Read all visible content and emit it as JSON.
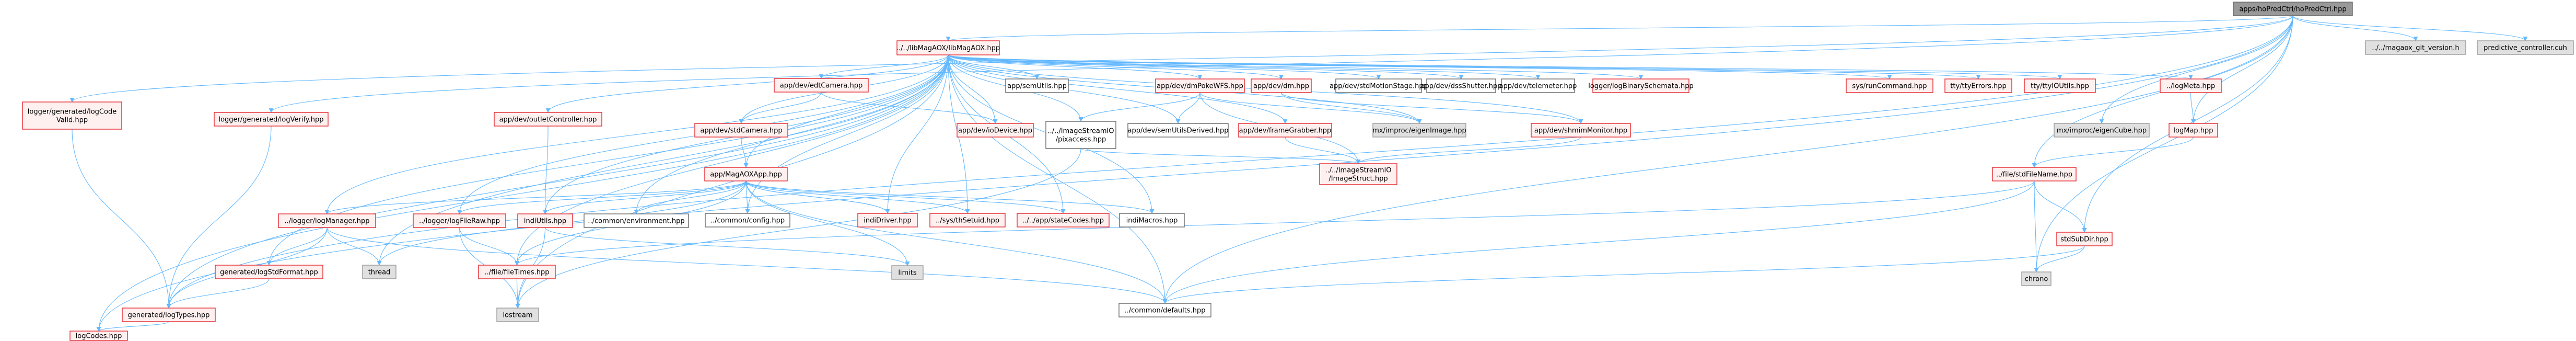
{
  "title": "Include dependency graph for hoPredCtrl.hpp",
  "colors": {
    "edge": "#63b8ff",
    "internal_border": "#e3272d",
    "internal_fill": "#fff0f0",
    "external_fill": "#e0e0e0",
    "root_fill": "#999999"
  },
  "nodes": [
    {
      "id": "root",
      "label": "apps/hoPredCtrl/hoPredCtrl.hpp",
      "kind": "root"
    },
    {
      "id": "lib",
      "label": "../../libMagAOX/libMagAOX.hpp",
      "kind": "internal"
    },
    {
      "id": "gitver",
      "label": "../../magaox_git_version.h",
      "kind": "external"
    },
    {
      "id": "predctl",
      "label": "predictive_controller.cuh",
      "kind": "external"
    },
    {
      "id": "edtCam",
      "label": "app/dev/edtCamera.hpp",
      "kind": "internal"
    },
    {
      "id": "semUtils",
      "label": "app/semUtils.hpp",
      "kind": "plain"
    },
    {
      "id": "dmPoke",
      "label": "app/dev/dmPokeWFS.hpp",
      "kind": "internal"
    },
    {
      "id": "dm",
      "label": "app/dev/dm.hpp",
      "kind": "internal"
    },
    {
      "id": "stdMotion",
      "label": "app/dev/stdMotionStage.hpp",
      "kind": "plain"
    },
    {
      "id": "dssShutter",
      "label": "app/dev/dssShutter.hpp",
      "kind": "plain"
    },
    {
      "id": "telemeter",
      "label": "app/dev/telemeter.hpp",
      "kind": "plain"
    },
    {
      "id": "logBin",
      "label": "logger/logBinarySchemata.hpp",
      "kind": "internal"
    },
    {
      "id": "runCmd",
      "label": "sys/runCommand.hpp",
      "kind": "internal"
    },
    {
      "id": "ttyErr",
      "label": "tty/ttyErrors.hpp",
      "kind": "internal"
    },
    {
      "id": "ttyIO",
      "label": "tty/ttyIOUtils.hpp",
      "kind": "internal"
    },
    {
      "id": "logMeta",
      "label": "../logMeta.hpp",
      "kind": "internal"
    },
    {
      "id": "logCodeValid",
      "label": "logger/generated/logCode\nValid.hpp",
      "kind": "internal"
    },
    {
      "id": "logVerify",
      "label": "logger/generated/logVerify.hpp",
      "kind": "internal"
    },
    {
      "id": "outlet",
      "label": "app/dev/outletController.hpp",
      "kind": "internal"
    },
    {
      "id": "stdCam",
      "label": "app/dev/stdCamera.hpp",
      "kind": "internal"
    },
    {
      "id": "ioDevice",
      "label": "app/dev/ioDevice.hpp",
      "kind": "internal"
    },
    {
      "id": "pixaccess",
      "label": "../../ImageStreamIO\n/pixaccess.hpp",
      "kind": "plain"
    },
    {
      "id": "semDerived",
      "label": "app/dev/semUtilsDerived.hpp",
      "kind": "plain"
    },
    {
      "id": "frameGrab",
      "label": "app/dev/frameGrabber.hpp",
      "kind": "internal"
    },
    {
      "id": "eigenImage",
      "label": "mx/improc/eigenImage.hpp",
      "kind": "external"
    },
    {
      "id": "shmim",
      "label": "app/dev/shmimMonitor.hpp",
      "kind": "internal"
    },
    {
      "id": "eigenCube",
      "label": "mx/improc/eigenCube.hpp",
      "kind": "external"
    },
    {
      "id": "logMap",
      "label": "logMap.hpp",
      "kind": "internal"
    },
    {
      "id": "magApp",
      "label": "app/MagAOXApp.hpp",
      "kind": "internal"
    },
    {
      "id": "imgStruct",
      "label": "../../ImageStreamIO\n/ImageStruct.hpp",
      "kind": "internal"
    },
    {
      "id": "stdFileName",
      "label": "../file/stdFileName.hpp",
      "kind": "internal"
    },
    {
      "id": "logManager",
      "label": "../logger/logManager.hpp",
      "kind": "internal"
    },
    {
      "id": "logFileRaw",
      "label": "../logger/logFileRaw.hpp",
      "kind": "internal"
    },
    {
      "id": "indiUtils",
      "label": "indiUtils.hpp",
      "kind": "internal"
    },
    {
      "id": "environment",
      "label": "../common/environment.hpp",
      "kind": "plain"
    },
    {
      "id": "config",
      "label": "../common/config.hpp",
      "kind": "plain"
    },
    {
      "id": "indiDriver",
      "label": "indiDriver.hpp",
      "kind": "internal"
    },
    {
      "id": "thSetuid",
      "label": "../sys/thSetuid.hpp",
      "kind": "internal"
    },
    {
      "id": "stateCodes",
      "label": "../../app/stateCodes.hpp",
      "kind": "internal"
    },
    {
      "id": "indiMacros",
      "label": "indiMacros.hpp",
      "kind": "plain"
    },
    {
      "id": "stdSubDir",
      "label": "stdSubDir.hpp",
      "kind": "internal"
    },
    {
      "id": "logStdFormat",
      "label": "generated/logStdFormat.hpp",
      "kind": "internal"
    },
    {
      "id": "thread",
      "label": "thread",
      "kind": "external"
    },
    {
      "id": "fileTimes",
      "label": "../file/fileTimes.hpp",
      "kind": "internal"
    },
    {
      "id": "limits",
      "label": "limits",
      "kind": "external"
    },
    {
      "id": "chrono",
      "label": "chrono",
      "kind": "external"
    },
    {
      "id": "logTypes",
      "label": "generated/logTypes.hpp",
      "kind": "internal"
    },
    {
      "id": "iostream",
      "label": "iostream",
      "kind": "external"
    },
    {
      "id": "defaults",
      "label": "../common/defaults.hpp",
      "kind": "plain"
    },
    {
      "id": "logCodes",
      "label": "logCodes.hpp",
      "kind": "internal"
    }
  ],
  "edges": [
    [
      "root",
      "lib"
    ],
    [
      "root",
      "gitver"
    ],
    [
      "root",
      "predctl"
    ],
    [
      "root",
      "logCodeValid"
    ],
    [
      "root",
      "logVerify"
    ],
    [
      "root",
      "logTypes"
    ],
    [
      "root",
      "logCodes"
    ],
    [
      "root",
      "eigenCube"
    ],
    [
      "root",
      "logMap"
    ],
    [
      "root",
      "stdFileName"
    ],
    [
      "root",
      "stdSubDir"
    ],
    [
      "root",
      "chrono"
    ],
    [
      "root",
      "defaults"
    ],
    [
      "lib",
      "edtCam"
    ],
    [
      "lib",
      "semUtils"
    ],
    [
      "lib",
      "dmPoke"
    ],
    [
      "lib",
      "dm"
    ],
    [
      "lib",
      "stdMotion"
    ],
    [
      "lib",
      "dssShutter"
    ],
    [
      "lib",
      "telemeter"
    ],
    [
      "lib",
      "logBin"
    ],
    [
      "lib",
      "runCmd"
    ],
    [
      "lib",
      "ttyErr"
    ],
    [
      "lib",
      "ttyIO"
    ],
    [
      "lib",
      "logMeta"
    ],
    [
      "lib",
      "outlet"
    ],
    [
      "lib",
      "stdCam"
    ],
    [
      "lib",
      "ioDevice"
    ],
    [
      "lib",
      "pixaccess"
    ],
    [
      "lib",
      "semDerived"
    ],
    [
      "lib",
      "frameGrab"
    ],
    [
      "lib",
      "eigenImage"
    ],
    [
      "lib",
      "shmim"
    ],
    [
      "lib",
      "magApp"
    ],
    [
      "lib",
      "logManager"
    ],
    [
      "lib",
      "logFileRaw"
    ],
    [
      "lib",
      "indiUtils"
    ],
    [
      "lib",
      "environment"
    ],
    [
      "lib",
      "config"
    ],
    [
      "lib",
      "indiDriver"
    ],
    [
      "lib",
      "thSetuid"
    ],
    [
      "lib",
      "stateCodes"
    ],
    [
      "lib",
      "indiMacros"
    ],
    [
      "lib",
      "logStdFormat"
    ],
    [
      "lib",
      "thread"
    ],
    [
      "lib",
      "fileTimes"
    ],
    [
      "lib",
      "logTypes"
    ],
    [
      "lib",
      "iostream"
    ],
    [
      "lib",
      "defaults"
    ],
    [
      "lib",
      "logCodes"
    ],
    [
      "edtCam",
      "stdCam"
    ],
    [
      "edtCam",
      "ioDevice"
    ],
    [
      "stdCam",
      "magApp"
    ],
    [
      "dmPoke",
      "pixaccess"
    ],
    [
      "dmPoke",
      "semDerived"
    ],
    [
      "dmPoke",
      "imgStruct"
    ],
    [
      "dmPoke",
      "eigenImage"
    ],
    [
      "dm",
      "eigenImage"
    ],
    [
      "dm",
      "shmim"
    ],
    [
      "frameGrab",
      "imgStruct"
    ],
    [
      "shmim",
      "imgStruct"
    ],
    [
      "pixaccess",
      "imgStruct"
    ],
    [
      "pixaccess",
      "iostream"
    ],
    [
      "logMeta",
      "logMap"
    ],
    [
      "logMap",
      "stdFileName"
    ],
    [
      "stdFileName",
      "stdSubDir"
    ],
    [
      "stdFileName",
      "chrono"
    ],
    [
      "stdFileName",
      "fileTimes"
    ],
    [
      "stdFileName",
      "defaults"
    ],
    [
      "stdSubDir",
      "chrono"
    ],
    [
      "stdSubDir",
      "defaults"
    ],
    [
      "logCodeValid",
      "logTypes"
    ],
    [
      "logVerify",
      "logTypes"
    ],
    [
      "magApp",
      "logManager"
    ],
    [
      "magApp",
      "logFileRaw"
    ],
    [
      "magApp",
      "indiUtils"
    ],
    [
      "magApp",
      "environment"
    ],
    [
      "magApp",
      "config"
    ],
    [
      "magApp",
      "indiDriver"
    ],
    [
      "magApp",
      "thSetuid"
    ],
    [
      "magApp",
      "stateCodes"
    ],
    [
      "magApp",
      "indiMacros"
    ],
    [
      "magApp",
      "defaults"
    ],
    [
      "magApp",
      "thread"
    ],
    [
      "magApp",
      "limits"
    ],
    [
      "magApp",
      "fileTimes"
    ],
    [
      "logManager",
      "logStdFormat"
    ],
    [
      "logManager",
      "thread"
    ],
    [
      "logManager",
      "logTypes"
    ],
    [
      "logManager",
      "defaults"
    ],
    [
      "logFileRaw",
      "fileTimes"
    ],
    [
      "logFileRaw",
      "iostream"
    ],
    [
      "indiUtils",
      "iostream"
    ],
    [
      "indiUtils",
      "limits"
    ],
    [
      "logStdFormat",
      "logTypes"
    ],
    [
      "fileTimes",
      "iostream"
    ],
    [
      "logTypes",
      "logCodes"
    ],
    [
      "outlet",
      "indiUtils"
    ],
    [
      "indiDriver",
      "magApp"
    ]
  ]
}
